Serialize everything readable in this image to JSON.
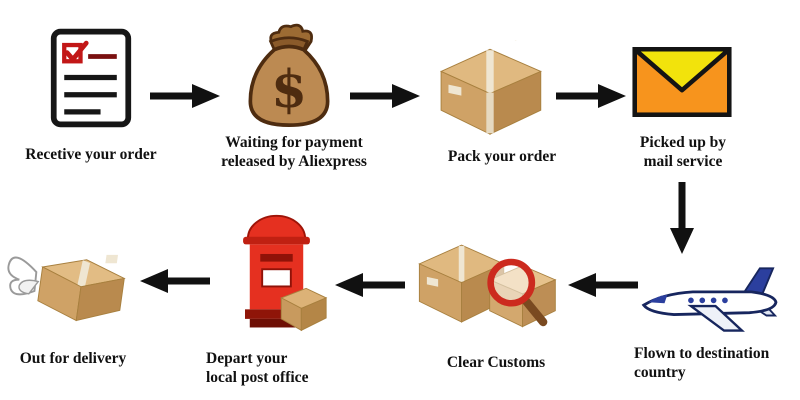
{
  "diagram": {
    "type": "process-flow",
    "subject": "order shipping process"
  },
  "steps": [
    {
      "name": "receive-order",
      "icon": "checklist-icon",
      "lines": [
        "Recetive your order"
      ]
    },
    {
      "name": "waiting-payment",
      "icon": "money-bag-icon",
      "lines": [
        "Waiting for payment",
        "released by Aliexpress"
      ]
    },
    {
      "name": "pack-order",
      "icon": "package-box-icon",
      "lines": [
        "Pack your order"
      ]
    },
    {
      "name": "picked-up",
      "icon": "envelope-icon",
      "lines": [
        "Picked up by",
        "mail service"
      ]
    },
    {
      "name": "flown-destination",
      "icon": "airplane-icon",
      "lines": [
        "Flown to destination",
        "country"
      ]
    },
    {
      "name": "clear-customs",
      "icon": "customs-magnifier-icon",
      "lines": [
        "Clear Customs"
      ]
    },
    {
      "name": "depart-post-office",
      "icon": "post-box-icon",
      "lines": [
        "Depart your",
        "local post office"
      ]
    },
    {
      "name": "out-for-delivery",
      "icon": "winged-parcel-icon",
      "lines": [
        "Out for delivery"
      ]
    }
  ],
  "flow_order": [
    "receive-order",
    "waiting-payment",
    "pack-order",
    "picked-up",
    "flown-destination",
    "clear-customs",
    "depart-post-office",
    "out-for-delivery"
  ],
  "colors": {
    "arrow": "#111111",
    "text": "#111111",
    "background": "#ffffff",
    "money_bag": "#bc8a52",
    "carton_top": "#e0b980",
    "carton_front": "#cfa266",
    "carton_side": "#b98a4e",
    "envelope_body": "#f7941d",
    "envelope_flap": "#f2e30c",
    "postbox_red": "#e53020",
    "check_red": "#c21717",
    "plane_blue": "#2b3f9e",
    "magnifier_red": "#cc2a1e"
  }
}
